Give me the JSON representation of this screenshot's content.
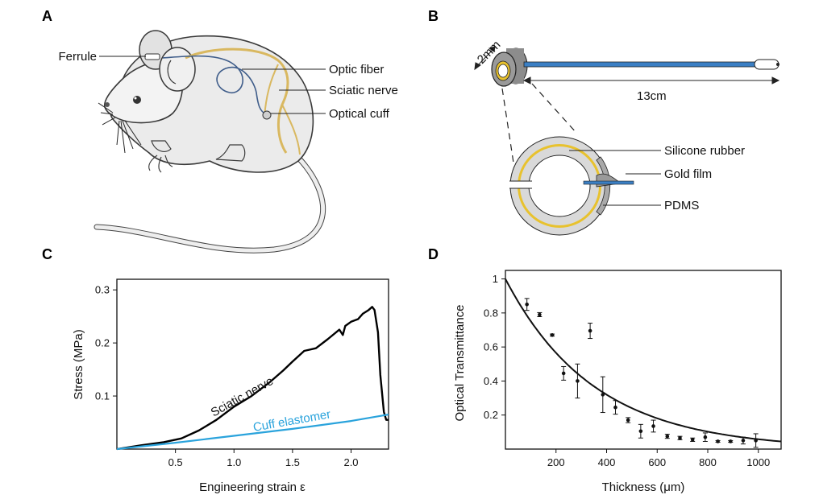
{
  "panels": {
    "a": {
      "letter": "A",
      "labels": {
        "ferrule": "Ferrule",
        "optic_fiber": "Optic fiber",
        "sciatic_nerve": "Sciatic nerve",
        "optical_cuff": "Optical cuff"
      }
    },
    "b": {
      "letter": "B",
      "labels": {
        "diameter": "2mm",
        "length": "13cm",
        "silicone_rubber": "Silicone rubber",
        "gold_film": "Gold film",
        "pdms": "PDMS"
      }
    },
    "c": {
      "letter": "C",
      "xlabel": "Engineering strain ε",
      "ylabel": "Stress (MPa)",
      "series_labels": {
        "sciatic": "Sciatic nerve",
        "cuff": "Cuff elastomer"
      }
    },
    "d": {
      "letter": "D",
      "xlabel": "Thickness (μm)",
      "ylabel": "Optical Transmittance"
    }
  },
  "colors": {
    "nerve": "#000000",
    "cuff": "#2aa3dc",
    "gold": "#e8c22e",
    "fiber": "#3b7fc4",
    "pdms": "#a9a9a9",
    "silicone": "#d9d9d9"
  },
  "chart_data": [
    {
      "panel": "C",
      "type": "line",
      "title": "",
      "xlabel": "Engineering strain ε",
      "ylabel": "Stress (MPa)",
      "xlim": [
        0,
        2.32
      ],
      "ylim": [
        0,
        0.32
      ],
      "xticks": [
        0.5,
        1.0,
        1.5,
        2.0
      ],
      "xtick_labels": [
        "0.5",
        "1.0",
        "1.5",
        "2.0"
      ],
      "yticks": [
        0.1,
        0.2,
        0.3
      ],
      "ytick_labels": [
        "0.1",
        "0.2",
        "0.3"
      ],
      "grid": false,
      "series": [
        {
          "key": "sciatic",
          "name": "Sciatic nerve",
          "x": [
            0,
            0.2,
            0.4,
            0.55,
            0.7,
            0.85,
            1.0,
            1.15,
            1.3,
            1.42,
            1.5,
            1.6,
            1.7,
            1.8,
            1.9,
            1.93,
            1.95,
            2.0,
            2.06,
            2.1,
            2.15,
            2.18,
            2.2,
            2.23,
            2.25,
            2.28,
            2.3,
            2.32
          ],
          "y": [
            0,
            0.007,
            0.013,
            0.02,
            0.035,
            0.055,
            0.08,
            0.1,
            0.125,
            0.148,
            0.165,
            0.185,
            0.19,
            0.207,
            0.225,
            0.215,
            0.232,
            0.24,
            0.245,
            0.255,
            0.262,
            0.268,
            0.262,
            0.22,
            0.14,
            0.07,
            0.055,
            0.055
          ]
        },
        {
          "key": "cuff",
          "name": "Cuff elastomer",
          "x": [
            0,
            0.5,
            1.0,
            1.5,
            2.0,
            2.32
          ],
          "y": [
            0,
            0.012,
            0.025,
            0.038,
            0.053,
            0.065
          ]
        }
      ]
    },
    {
      "panel": "D",
      "type": "scatter",
      "title": "",
      "xlabel": "Thickness (μm)",
      "ylabel": "Optical Transmittance",
      "xlim": [
        0,
        1090
      ],
      "ylim": [
        0,
        1.05
      ],
      "xticks": [
        200,
        400,
        600,
        800,
        1000
      ],
      "xtick_labels": [
        "200",
        "400",
        "600",
        "800",
        "1000"
      ],
      "yticks": [
        0.2,
        0.4,
        0.6,
        0.8,
        1.0
      ],
      "ytick_labels": [
        "0.2",
        "0.4",
        "0.6",
        "0.8",
        "1"
      ],
      "grid": false,
      "points": [
        {
          "x": 85,
          "y": 0.85,
          "err": 0.035
        },
        {
          "x": 135,
          "y": 0.79,
          "err": 0.012
        },
        {
          "x": 185,
          "y": 0.67,
          "err": 0.006
        },
        {
          "x": 230,
          "y": 0.445,
          "err": 0.04
        },
        {
          "x": 285,
          "y": 0.4,
          "err": 0.1
        },
        {
          "x": 335,
          "y": 0.695,
          "err": 0.045
        },
        {
          "x": 385,
          "y": 0.32,
          "err": 0.105
        },
        {
          "x": 435,
          "y": 0.245,
          "err": 0.04
        },
        {
          "x": 485,
          "y": 0.17,
          "err": 0.015
        },
        {
          "x": 535,
          "y": 0.105,
          "err": 0.04
        },
        {
          "x": 585,
          "y": 0.135,
          "err": 0.035
        },
        {
          "x": 640,
          "y": 0.075,
          "err": 0.012
        },
        {
          "x": 690,
          "y": 0.065,
          "err": 0.01
        },
        {
          "x": 740,
          "y": 0.055,
          "err": 0.01
        },
        {
          "x": 790,
          "y": 0.07,
          "err": 0.025
        },
        {
          "x": 840,
          "y": 0.045,
          "err": 0.005
        },
        {
          "x": 890,
          "y": 0.045,
          "err": 0.005
        },
        {
          "x": 940,
          "y": 0.05,
          "err": 0.02
        },
        {
          "x": 990,
          "y": 0.05,
          "err": 0.04
        }
      ],
      "fit_curve": {
        "type": "exponential",
        "a": 1.0,
        "k": 0.00285
      }
    }
  ]
}
